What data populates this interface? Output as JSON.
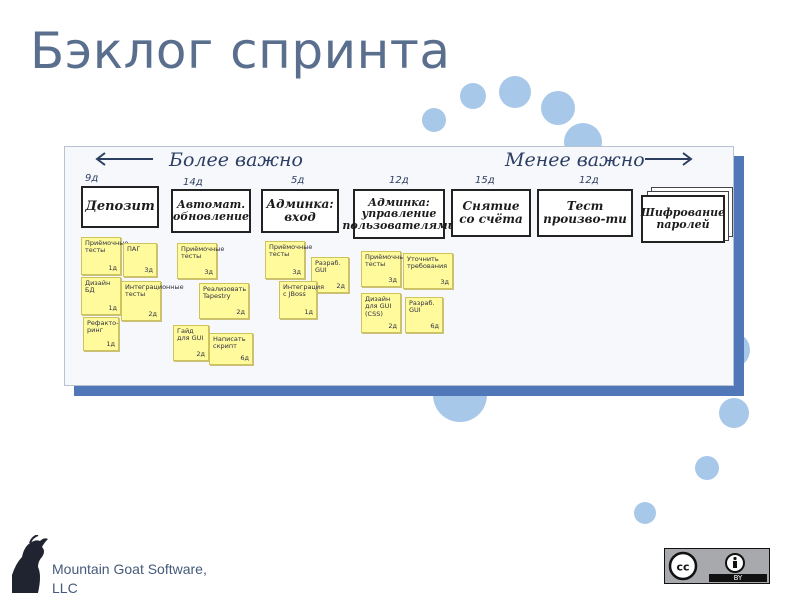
{
  "title": "Бэклог спринта",
  "board": {
    "more_important": "Более важно",
    "less_important": "Менее важно",
    "stories": [
      {
        "label": "Депозит",
        "estimate": "9д"
      },
      {
        "label": "Автомат. обновление",
        "estimate": "14д"
      },
      {
        "label": "Админка: вход",
        "estimate": "5д"
      },
      {
        "label": "Админка: управление пользователями",
        "estimate": "12д"
      },
      {
        "label": "Снятие со счёта",
        "estimate": "15д"
      },
      {
        "label": "Тест произво-ти",
        "estimate": "12д"
      },
      {
        "label": "Шифрование паролей",
        "estimate": ""
      }
    ],
    "tasks": [
      {
        "text": "Приёмочные тесты",
        "est": "1д"
      },
      {
        "text": "ПАГ",
        "est": "3д"
      },
      {
        "text": "Дизайн БД",
        "est": "1д"
      },
      {
        "text": "Интеграционные тесты",
        "est": "2д"
      },
      {
        "text": "Рефакто-ринг",
        "est": "1д"
      },
      {
        "text": "Приёмочные тесты",
        "est": "3д"
      },
      {
        "text": "Реализовать Tapestry",
        "est": "2д"
      },
      {
        "text": "Гайд для GUI",
        "est": "2д"
      },
      {
        "text": "Написать скрипт",
        "est": "6д"
      },
      {
        "text": "Приёмочные тесты",
        "est": "3д"
      },
      {
        "text": "Разраб. GUI",
        "est": "2д"
      },
      {
        "text": "Интеграция с JBoss",
        "est": "1д"
      },
      {
        "text": "Приёмочные тесты",
        "est": "3д"
      },
      {
        "text": "Уточнить требования",
        "est": "3д"
      },
      {
        "text": "Дизайн для GUI (CSS)",
        "est": "2д"
      },
      {
        "text": "Разраб. GUI",
        "est": "6д"
      }
    ]
  },
  "footer": {
    "line1": "Mountain Goat Software,",
    "line2": "LLC"
  },
  "license": {
    "by": "BY"
  }
}
